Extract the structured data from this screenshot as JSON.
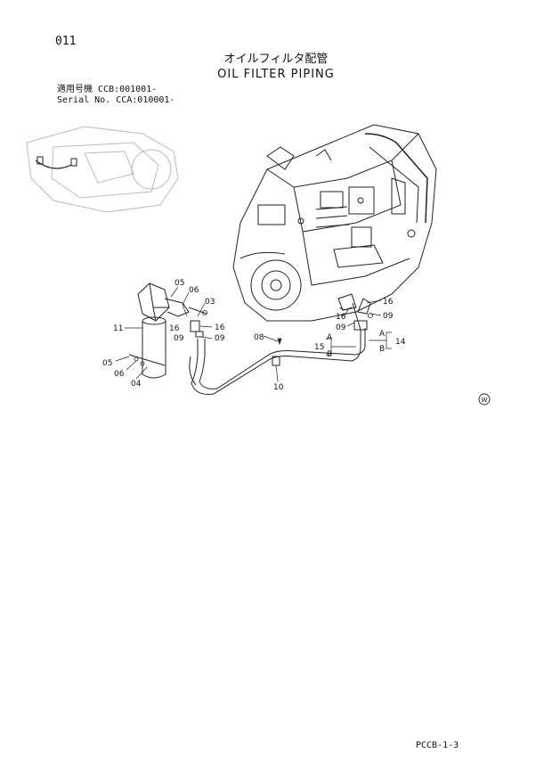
{
  "header": {
    "page_number": "011",
    "title_jp": "オイルフィルタ配管",
    "title_en": "OIL FILTER PIPING",
    "applicable_model": "適用号機 CCB:001001-",
    "serial_no": "Serial No. CCA:010001-"
  },
  "callouts": [
    {
      "id": "c05a",
      "label": "05"
    },
    {
      "id": "c06a",
      "label": "06"
    },
    {
      "id": "c03",
      "label": "03"
    },
    {
      "id": "c11",
      "label": "11"
    },
    {
      "id": "c16a",
      "label": "16"
    },
    {
      "id": "c09a",
      "label": "09"
    },
    {
      "id": "c16b",
      "label": "16"
    },
    {
      "id": "c09b",
      "label": "09"
    },
    {
      "id": "c05b",
      "label": "05"
    },
    {
      "id": "c06b",
      "label": "06"
    },
    {
      "id": "c04",
      "label": "04"
    },
    {
      "id": "c08",
      "label": "08"
    },
    {
      "id": "c10",
      "label": "10"
    },
    {
      "id": "c16c",
      "label": "16"
    },
    {
      "id": "c16d",
      "label": "16"
    },
    {
      "id": "c09c",
      "label": "09"
    },
    {
      "id": "c09d",
      "label": "09"
    },
    {
      "id": "c15",
      "label": "15"
    },
    {
      "id": "c14",
      "label": "14"
    },
    {
      "id": "cA1",
      "label": "A"
    },
    {
      "id": "cB1",
      "label": "B"
    },
    {
      "id": "cA2",
      "label": "A"
    },
    {
      "id": "cB2",
      "label": "B"
    }
  ],
  "badge": "W",
  "footer": {
    "doc_code": "PCCB-1-3"
  }
}
